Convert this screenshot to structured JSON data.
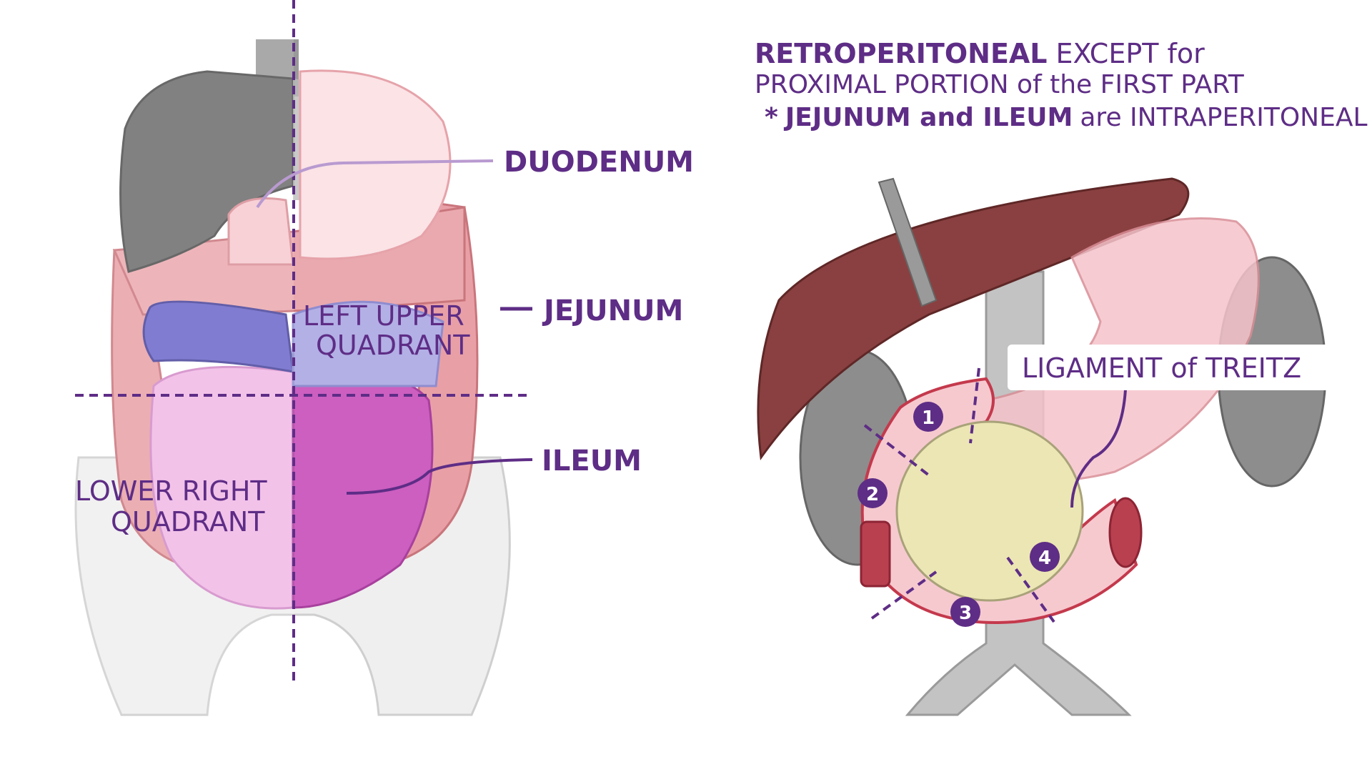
{
  "left_panel": {
    "labels": {
      "duodenum": "DUODENUM",
      "jejunum": "JEJUNUM",
      "ileum": "ILEUM",
      "luq_line1": "LEFT UPPER",
      "luq_line2": "QUADRANT",
      "lrq_line1": "LOWER RIGHT",
      "lrq_line2": "QUADRANT"
    }
  },
  "right_panel": {
    "heading": {
      "bold": "RETROPERITONEAL",
      "rest_line1": "EXCEPT for",
      "line2": "PROXIMAL PORTION of the FIRST PART",
      "note_star": "*",
      "note_bold": "JEJUNUM and ILEUM",
      "note_rest": "are INTRAPERITONEAL"
    },
    "ligament_label": "LIGAMENT of TREITZ",
    "parts": [
      "1",
      "2",
      "3",
      "4"
    ]
  },
  "colors": {
    "label_purple": "#5e2d86",
    "liver_gray": "#6b6b6b",
    "liver_brown": "#8a4040",
    "duodenum_pink": "#f6c9cf",
    "colon": "#e8a0a6",
    "jejunum_blue": "#6a65c9",
    "ileum_magenta": "#cc5fc0",
    "pancreas": "#ece6b4"
  }
}
